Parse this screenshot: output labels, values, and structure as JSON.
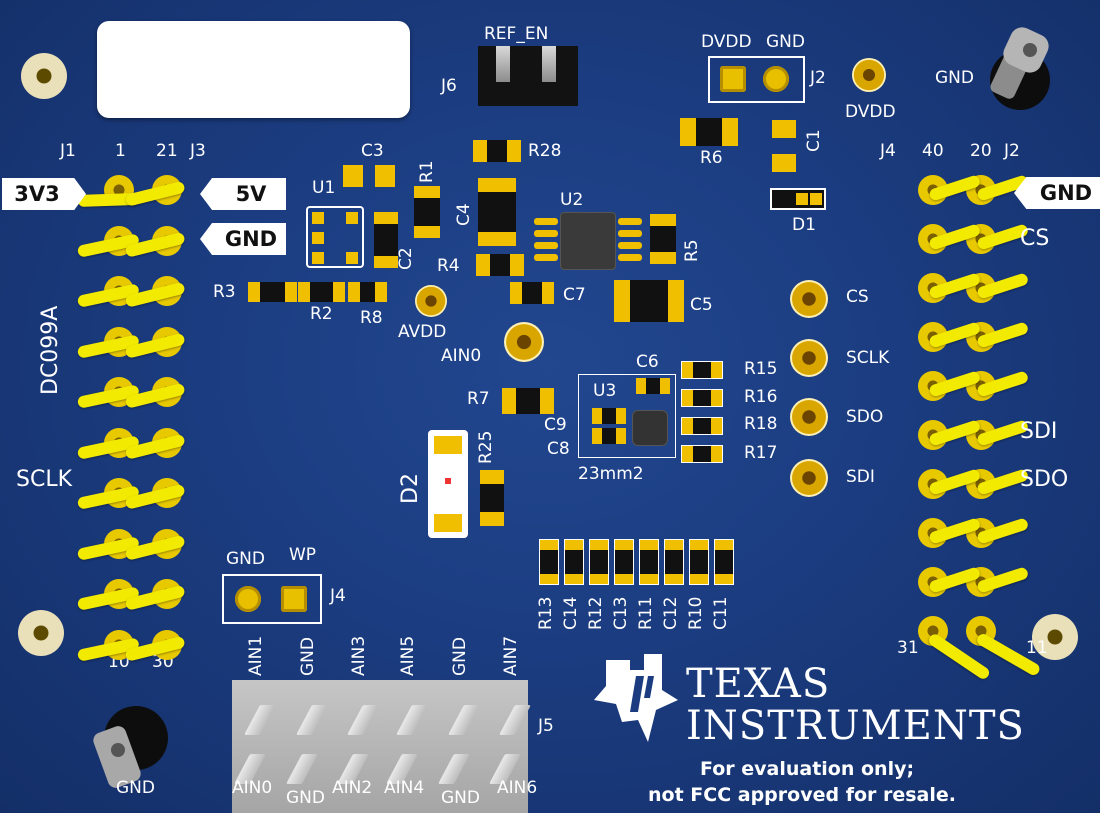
{
  "board": {
    "name": "DC099A",
    "colors": {
      "pcb": "#1b3c80",
      "silkscreen": "#ffffff",
      "gold": "#e6b800",
      "yellow_pin": "#f2ea00"
    }
  },
  "connectors": {
    "j1": {
      "ref": "J1",
      "pin_first": "1",
      "pin_last": "10"
    },
    "j3": {
      "ref": "J3",
      "pin_first": "21",
      "pin_last": "30"
    },
    "j4_right": {
      "ref": "J4",
      "pin_first": "40",
      "pin_last": "31"
    },
    "j2_right": {
      "ref": "J2",
      "pin_first": "20",
      "pin_last": "11"
    },
    "j6": {
      "ref": "J6",
      "label": "REF_EN"
    },
    "j2_top": {
      "ref": "J2",
      "label_left": "DVDD",
      "label_right": "GND"
    },
    "j4_small": {
      "ref": "J4",
      "label_left": "GND",
      "label_right": "WP"
    },
    "j5": {
      "ref": "J5",
      "top_labels": [
        "AIN1",
        "GND",
        "AIN3",
        "AIN5",
        "GND",
        "AIN7"
      ],
      "bottom_labels": [
        "AIN0",
        "GND",
        "AIN2",
        "AIN4",
        "GND",
        "AIN6"
      ]
    }
  },
  "tags": {
    "v3v3": "3V3",
    "v5": "5V",
    "gnd_left": "GND",
    "gnd_right": "GND"
  },
  "side_labels": {
    "sclk_left": "SCLK",
    "cs_right": "CS",
    "sdi_right": "SDI",
    "sdo_right": "SDO"
  },
  "testpoints": {
    "avdd": "AVDD",
    "ain0": "AIN0",
    "dvdd": "DVDD",
    "cs": "CS",
    "sclk": "SCLK",
    "sdo": "SDO",
    "sdi": "SDI",
    "gnd_top_right": "GND",
    "gnd_bottom_left": "GND"
  },
  "components": {
    "C1": "C1",
    "C2": "C2",
    "C3": "C3",
    "C4": "C4",
    "C5": "C5",
    "C6": "C6",
    "C7": "C7",
    "C8": "C8",
    "C9": "C9",
    "R1": "R1",
    "R2": "R2",
    "R3": "R3",
    "R4": "R4",
    "R5": "R5",
    "R6": "R6",
    "R7": "R7",
    "R8": "R8",
    "R15": "R15",
    "R16": "R16",
    "R17": "R17",
    "R18": "R18",
    "R25": "R25",
    "R28": "R28",
    "U1": "U1",
    "U2": "U2",
    "U3": "U3",
    "D1": "D1",
    "D2": "D2",
    "area": "23mm2",
    "bank": [
      "R13",
      "C14",
      "R12",
      "C13",
      "R11",
      "C12",
      "R10",
      "C11"
    ]
  },
  "branding": {
    "logo": "ti-logo-icon",
    "company_line1": "TEXAS",
    "company_line2": "INSTRUMENTS",
    "notice_line1": "For evaluation only;",
    "notice_line2": "not FCC approved for resale."
  }
}
